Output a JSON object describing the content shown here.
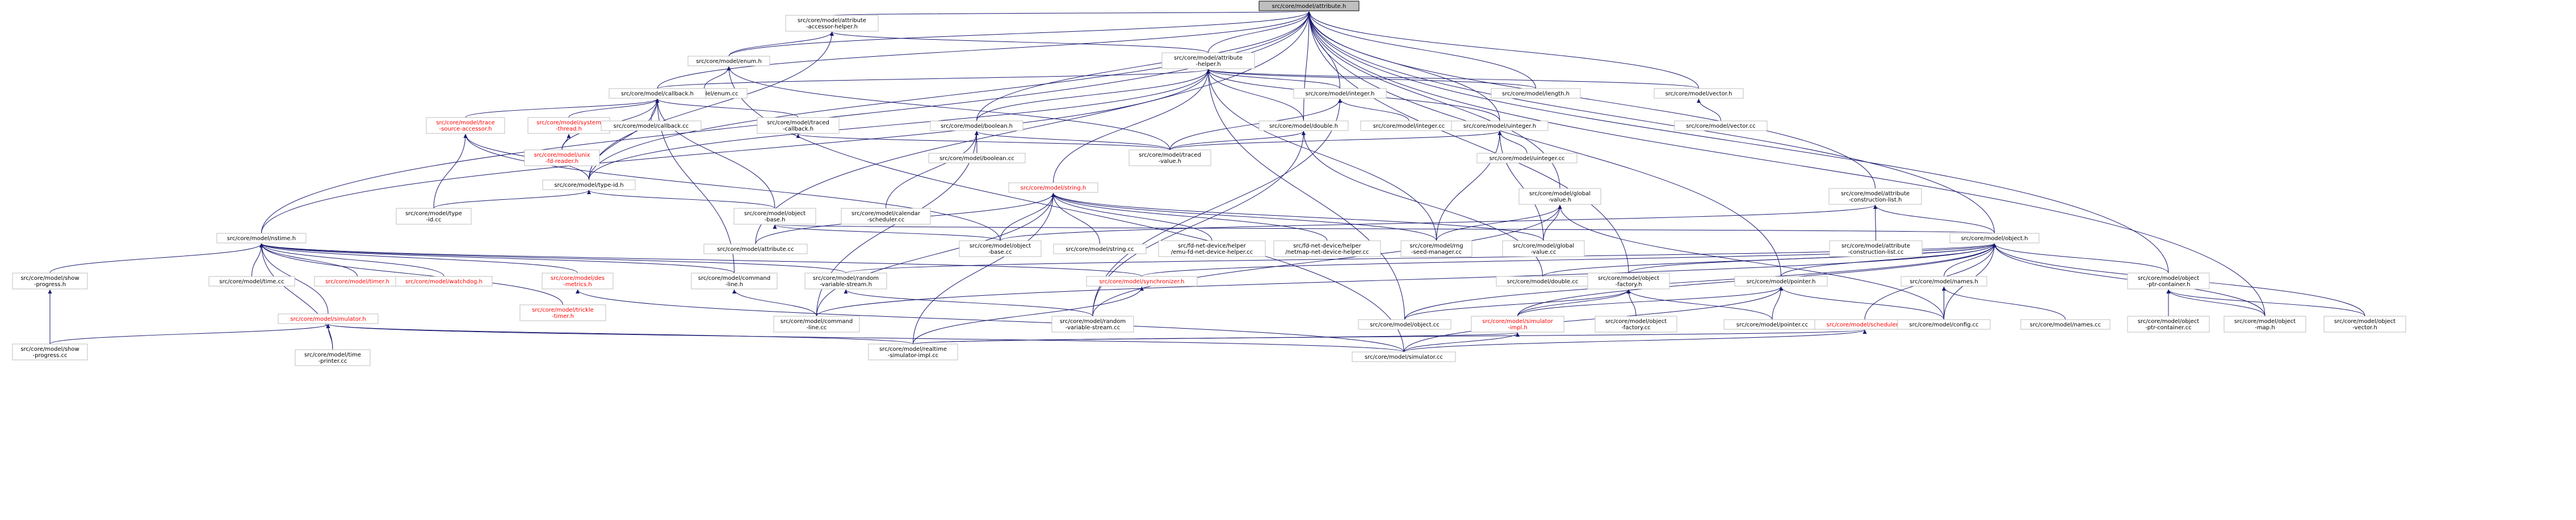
{
  "graph": {
    "root_id": "attribute_h",
    "node_color": "#ffffff",
    "root_fill": "#bfbfbf",
    "edge_color": "#191970",
    "red_label_color": "#ff0000",
    "nodes": [
      {
        "id": "attribute_h",
        "lines": [
          "src/core/model/attribute.h"
        ],
        "red": false
      },
      {
        "id": "attr_accessor_helper",
        "lines": [
          "src/core/model/attribute",
          "-accessor-helper.h"
        ],
        "red": false
      },
      {
        "id": "enum_h",
        "lines": [
          "src/core/model/enum.h"
        ],
        "red": false
      },
      {
        "id": "attr_helper",
        "lines": [
          "src/core/model/attribute",
          "-helper.h"
        ],
        "red": false
      },
      {
        "id": "enum_cc",
        "lines": [
          "src/core/model/enum.cc"
        ],
        "red": false
      },
      {
        "id": "callback_h",
        "lines": [
          "src/core/model/callback.h"
        ],
        "red": false
      },
      {
        "id": "integer_h",
        "lines": [
          "src/core/model/integer.h"
        ],
        "red": false
      },
      {
        "id": "length_h",
        "lines": [
          "src/core/model/length.h"
        ],
        "red": false
      },
      {
        "id": "vector_h",
        "lines": [
          "src/core/model/vector.h"
        ],
        "red": false
      },
      {
        "id": "trace_source_accessor",
        "lines": [
          "src/core/model/trace",
          "-source-accessor.h"
        ],
        "red": true
      },
      {
        "id": "system_thread",
        "lines": [
          "src/core/model/system",
          "-thread.h"
        ],
        "red": true
      },
      {
        "id": "callback_cc",
        "lines": [
          "src/core/model/callback.cc"
        ],
        "red": false
      },
      {
        "id": "traced_callback",
        "lines": [
          "src/core/model/traced",
          "-callback.h"
        ],
        "red": false
      },
      {
        "id": "boolean_h",
        "lines": [
          "src/core/model/boolean.h"
        ],
        "red": false
      },
      {
        "id": "integer_cc",
        "lines": [
          "src/core/model/integer.cc"
        ],
        "red": false
      },
      {
        "id": "double_h",
        "lines": [
          "src/core/model/double.h"
        ],
        "red": false
      },
      {
        "id": "uinteger_h",
        "lines": [
          "src/core/model/uinteger.h"
        ],
        "red": false
      },
      {
        "id": "vector_cc",
        "lines": [
          "src/core/model/vector.cc"
        ],
        "red": false
      },
      {
        "id": "unix_fd_reader",
        "lines": [
          "src/core/model/unix",
          "-fd-reader.h"
        ],
        "red": true
      },
      {
        "id": "boolean_cc",
        "lines": [
          "src/core/model/boolean.cc"
        ],
        "red": false
      },
      {
        "id": "traced_value",
        "lines": [
          "src/core/model/traced",
          "-value.h"
        ],
        "red": false
      },
      {
        "id": "uinteger_cc",
        "lines": [
          "src/core/model/uinteger.cc"
        ],
        "red": false
      },
      {
        "id": "type_id_h",
        "lines": [
          "src/core/model/type-id.h"
        ],
        "red": false
      },
      {
        "id": "type_id_cc",
        "lines": [
          "src/core/model/type",
          "-id.cc"
        ],
        "red": false
      },
      {
        "id": "object_base_h",
        "lines": [
          "src/core/model/object",
          "-base.h"
        ],
        "red": false
      },
      {
        "id": "calendar_scheduler",
        "lines": [
          "src/core/model/calendar",
          "-scheduler.cc"
        ],
        "red": false
      },
      {
        "id": "string_h",
        "lines": [
          "src/core/model/string.h"
        ],
        "red": true
      },
      {
        "id": "global_value_h",
        "lines": [
          "src/core/model/global",
          "-value.h"
        ],
        "red": false
      },
      {
        "id": "attr_construction_list_h",
        "lines": [
          "src/core/model/attribute",
          "-construction-list.h"
        ],
        "red": false
      },
      {
        "id": "nstime_h",
        "lines": [
          "src/core/model/nstime.h"
        ],
        "red": false
      },
      {
        "id": "attribute_cc",
        "lines": [
          "src/core/model/attribute.cc"
        ],
        "red": false
      },
      {
        "id": "object_base_cc",
        "lines": [
          "src/core/model/object",
          "-base.cc"
        ],
        "red": false
      },
      {
        "id": "string_cc",
        "lines": [
          "src/core/model/string.cc"
        ],
        "red": false
      },
      {
        "id": "fd_emu_helper",
        "lines": [
          "src/fd-net-device/helper",
          "/emu-fd-net-device-helper.cc"
        ],
        "red": false
      },
      {
        "id": "fd_netmap_helper",
        "lines": [
          "src/fd-net-device/helper",
          "/netmap-net-device-helper.cc"
        ],
        "red": false
      },
      {
        "id": "rng_seed_manager",
        "lines": [
          "src/core/model/rng",
          "-seed-manager.cc"
        ],
        "red": false
      },
      {
        "id": "global_value_cc",
        "lines": [
          "src/core/model/global",
          "-value.cc"
        ],
        "red": false
      },
      {
        "id": "attr_construction_list_cc",
        "lines": [
          "src/core/model/attribute",
          "-construction-list.cc"
        ],
        "red": false
      },
      {
        "id": "object_h",
        "lines": [
          "src/core/model/object.h"
        ],
        "red": false
      },
      {
        "id": "object_ptr_container_h",
        "lines": [
          "src/core/model/object",
          "-ptr-container.h"
        ],
        "red": false
      },
      {
        "id": "show_progress_h",
        "lines": [
          "src/core/model/show",
          "-progress.h"
        ],
        "red": false
      },
      {
        "id": "time_cc",
        "lines": [
          "src/core/model/time.cc"
        ],
        "red": false
      },
      {
        "id": "timer_h",
        "lines": [
          "src/core/model/timer.h"
        ],
        "red": true
      },
      {
        "id": "watchdog_h",
        "lines": [
          "src/core/model/watchdog.h"
        ],
        "red": true
      },
      {
        "id": "des_metrics_h",
        "lines": [
          "src/core/model/des",
          "-metrics.h"
        ],
        "red": true
      },
      {
        "id": "command_line_h",
        "lines": [
          "src/core/model/command",
          "-line.h"
        ],
        "red": false
      },
      {
        "id": "random_variable_stream_h",
        "lines": [
          "src/core/model/random",
          "-variable-stream.h"
        ],
        "red": false
      },
      {
        "id": "synchronizer_h",
        "lines": [
          "src/core/model/synchronizer.h"
        ],
        "red": true
      },
      {
        "id": "double_cc",
        "lines": [
          "src/core/model/double.cc"
        ],
        "red": false
      },
      {
        "id": "object_factory_h",
        "lines": [
          "src/core/model/object",
          "-factory.h"
        ],
        "red": false
      },
      {
        "id": "pointer_h",
        "lines": [
          "src/core/model/pointer.h"
        ],
        "red": false
      },
      {
        "id": "names_h",
        "lines": [
          "src/core/model/names.h"
        ],
        "red": false
      },
      {
        "id": "simulator_h",
        "lines": [
          "src/core/model/simulator.h"
        ],
        "red": true
      },
      {
        "id": "trickle_timer_h",
        "lines": [
          "src/core/model/trickle",
          "-timer.h"
        ],
        "red": true
      },
      {
        "id": "command_line_cc",
        "lines": [
          "src/core/model/command",
          "-line.cc"
        ],
        "red": false
      },
      {
        "id": "random_variable_stream_cc",
        "lines": [
          "src/core/model/random",
          "-variable-stream.cc"
        ],
        "red": false
      },
      {
        "id": "object_cc",
        "lines": [
          "src/core/model/object.cc"
        ],
        "red": false
      },
      {
        "id": "simulator_impl_h",
        "lines": [
          "src/core/model/simulator",
          "-impl.h"
        ],
        "red": true
      },
      {
        "id": "object_factory_cc",
        "lines": [
          "src/core/model/object",
          "-factory.cc"
        ],
        "red": false
      },
      {
        "id": "pointer_cc",
        "lines": [
          "src/core/model/pointer.cc"
        ],
        "red": false
      },
      {
        "id": "scheduler_h",
        "lines": [
          "src/core/model/scheduler.h"
        ],
        "red": true
      },
      {
        "id": "config_cc",
        "lines": [
          "src/core/model/config.cc"
        ],
        "red": false
      },
      {
        "id": "names_cc",
        "lines": [
          "src/core/model/names.cc"
        ],
        "red": false
      },
      {
        "id": "object_ptr_container_cc",
        "lines": [
          "src/core/model/object",
          "-ptr-container.cc"
        ],
        "red": false
      },
      {
        "id": "object_map_h",
        "lines": [
          "src/core/model/object",
          "-map.h"
        ],
        "red": false
      },
      {
        "id": "object_vector_h",
        "lines": [
          "src/core/model/object",
          "-vector.h"
        ],
        "red": false
      },
      {
        "id": "show_progress_cc",
        "lines": [
          "src/core/model/show",
          "-progress.cc"
        ],
        "red": false
      },
      {
        "id": "time_printer_cc",
        "lines": [
          "src/core/model/time",
          "-printer.cc"
        ],
        "red": false
      },
      {
        "id": "realtime_simulator_impl",
        "lines": [
          "src/core/model/realtime",
          "-simulator-impl.cc"
        ],
        "red": false
      },
      {
        "id": "simulator_cc",
        "lines": [
          "src/core/model/simulator.cc"
        ],
        "red": false
      }
    ],
    "edges": [
      [
        "attr_accessor_helper",
        "attribute_h"
      ],
      [
        "enum_h",
        "attribute_h"
      ],
      [
        "attr_helper",
        "attribute_h"
      ],
      [
        "callback_h",
        "attribute_h"
      ],
      [
        "integer_h",
        "attribute_h"
      ],
      [
        "length_h",
        "attribute_h"
      ],
      [
        "vector_h",
        "attribute_h"
      ],
      [
        "boolean_h",
        "attribute_h"
      ],
      [
        "double_h",
        "attribute_h"
      ],
      [
        "uinteger_h",
        "attribute_h"
      ],
      [
        "type_id_h",
        "attribute_h"
      ],
      [
        "global_value_h",
        "attribute_h"
      ],
      [
        "attr_construction_list_h",
        "attribute_h"
      ],
      [
        "nstime_h",
        "attribute_h"
      ],
      [
        "attribute_cc",
        "attribute_h"
      ],
      [
        "object_h",
        "attribute_h"
      ],
      [
        "object_ptr_container_h",
        "attribute_h"
      ],
      [
        "pointer_h",
        "attribute_h"
      ],
      [
        "object_factory_h",
        "attribute_h"
      ],
      [
        "object_map_h",
        "attribute_h"
      ],
      [
        "enum_h",
        "attr_accessor_helper"
      ],
      [
        "attr_helper",
        "attr_accessor_helper"
      ],
      [
        "type_id_h",
        "attr_accessor_helper"
      ],
      [
        "enum_cc",
        "enum_h"
      ],
      [
        "traced_value",
        "enum_h"
      ],
      [
        "simulator_cc",
        "enum_h"
      ],
      [
        "callback_h",
        "attr_helper"
      ],
      [
        "integer_h",
        "attr_helper"
      ],
      [
        "length_h",
        "attr_helper"
      ],
      [
        "vector_h",
        "attr_helper"
      ],
      [
        "boolean_h",
        "attr_helper"
      ],
      [
        "double_h",
        "attr_helper"
      ],
      [
        "uinteger_h",
        "attr_helper"
      ],
      [
        "string_h",
        "attr_helper"
      ],
      [
        "type_id_h",
        "attr_helper"
      ],
      [
        "nstime_h",
        "attr_helper"
      ],
      [
        "object_cc",
        "attr_helper"
      ],
      [
        "rng_seed_manager",
        "attr_helper"
      ],
      [
        "trace_source_accessor",
        "callback_h"
      ],
      [
        "system_thread",
        "callback_h"
      ],
      [
        "callback_cc",
        "callback_h"
      ],
      [
        "traced_callback",
        "callback_h"
      ],
      [
        "unix_fd_reader",
        "callback_h"
      ],
      [
        "type_id_h",
        "callback_h"
      ],
      [
        "object_base_h",
        "callback_h"
      ],
      [
        "command_line_h",
        "callback_h"
      ],
      [
        "traced_value",
        "integer_h"
      ],
      [
        "integer_cc",
        "integer_h"
      ],
      [
        "random_variable_stream_cc",
        "integer_h"
      ],
      [
        "vector_cc",
        "vector_h"
      ],
      [
        "boolean_cc",
        "boolean_h"
      ],
      [
        "traced_value",
        "boolean_h"
      ],
      [
        "calendar_scheduler",
        "boolean_h"
      ],
      [
        "command_line_cc",
        "boolean_h"
      ],
      [
        "traced_value",
        "double_h"
      ],
      [
        "double_cc",
        "double_h"
      ],
      [
        "random_variable_stream_cc",
        "double_h"
      ],
      [
        "traced_value",
        "uinteger_h"
      ],
      [
        "uinteger_cc",
        "uinteger_h"
      ],
      [
        "rng_seed_manager",
        "uinteger_h"
      ],
      [
        "global_value_cc",
        "uinteger_h"
      ],
      [
        "unix_fd_reader",
        "system_thread"
      ],
      [
        "type_id_h",
        "trace_source_accessor"
      ],
      [
        "type_id_cc",
        "trace_source_accessor"
      ],
      [
        "object_base_cc",
        "trace_source_accessor"
      ],
      [
        "traced_value",
        "traced_callback"
      ],
      [
        "type_id_cc",
        "type_id_h"
      ],
      [
        "object_base_h",
        "type_id_h"
      ],
      [
        "object_base_cc",
        "object_base_h"
      ],
      [
        "object_h",
        "object_base_h"
      ],
      [
        "attribute_cc",
        "string_h"
      ],
      [
        "object_base_cc",
        "string_h"
      ],
      [
        "string_cc",
        "string_h"
      ],
      [
        "fd_emu_helper",
        "string_h"
      ],
      [
        "fd_netmap_helper",
        "string_h"
      ],
      [
        "rng_seed_manager",
        "string_h"
      ],
      [
        "global_value_cc",
        "string_h"
      ],
      [
        "command_line_cc",
        "string_h"
      ],
      [
        "realtime_simulator_impl",
        "string_h"
      ],
      [
        "rng_seed_manager",
        "global_value_h"
      ],
      [
        "global_value_cc",
        "global_value_h"
      ],
      [
        "random_variable_stream_cc",
        "global_value_h"
      ],
      [
        "config_cc",
        "global_value_h"
      ],
      [
        "attr_construction_list_cc",
        "attr_construction_list_h"
      ],
      [
        "object_h",
        "attr_construction_list_h"
      ],
      [
        "object_base_cc",
        "attr_construction_list_h"
      ],
      [
        "show_progress_h",
        "nstime_h"
      ],
      [
        "time_cc",
        "nstime_h"
      ],
      [
        "timer_h",
        "nstime_h"
      ],
      [
        "watchdog_h",
        "nstime_h"
      ],
      [
        "des_metrics_h",
        "nstime_h"
      ],
      [
        "command_line_h",
        "nstime_h"
      ],
      [
        "random_variable_stream_h",
        "nstime_h"
      ],
      [
        "synchronizer_h",
        "nstime_h"
      ],
      [
        "simulator_h",
        "nstime_h"
      ],
      [
        "trickle_timer_h",
        "nstime_h"
      ],
      [
        "time_printer_cc",
        "nstime_h"
      ],
      [
        "show_progress_cc",
        "show_progress_h"
      ],
      [
        "command_line_cc",
        "command_line_h"
      ],
      [
        "random_variable_stream_cc",
        "random_variable_stream_h"
      ],
      [
        "realtime_simulator_impl",
        "synchronizer_h"
      ],
      [
        "simulator_cc",
        "des_metrics_h"
      ],
      [
        "show_progress_cc",
        "simulator_h"
      ],
      [
        "time_printer_cc",
        "simulator_h"
      ],
      [
        "realtime_simulator_impl",
        "simulator_h"
      ],
      [
        "simulator_cc",
        "simulator_h"
      ],
      [
        "random_variable_stream_h",
        "object_h"
      ],
      [
        "synchronizer_h",
        "object_h"
      ],
      [
        "double_cc",
        "object_h"
      ],
      [
        "object_factory_h",
        "object_h"
      ],
      [
        "pointer_h",
        "object_h"
      ],
      [
        "names_h",
        "object_h"
      ],
      [
        "object_ptr_container_h",
        "object_h"
      ],
      [
        "scheduler_h",
        "object_h"
      ],
      [
        "simulator_impl_h",
        "object_h"
      ],
      [
        "object_cc",
        "object_h"
      ],
      [
        "config_cc",
        "object_h"
      ],
      [
        "object_map_h",
        "object_h"
      ],
      [
        "object_vector_h",
        "object_h"
      ],
      [
        "command_line_cc",
        "object_h"
      ],
      [
        "simulator_impl_h",
        "object_factory_h"
      ],
      [
        "object_factory_cc",
        "object_factory_h"
      ],
      [
        "object_cc",
        "object_factory_h"
      ],
      [
        "pointer_cc",
        "object_factory_h"
      ],
      [
        "config_cc",
        "pointer_h"
      ],
      [
        "pointer_cc",
        "pointer_h"
      ],
      [
        "simulator_cc",
        "pointer_h"
      ],
      [
        "simulator_impl_h",
        "pointer_h"
      ],
      [
        "config_cc",
        "names_h"
      ],
      [
        "names_cc",
        "names_h"
      ],
      [
        "object_ptr_container_cc",
        "object_ptr_container_h"
      ],
      [
        "object_map_h",
        "object_ptr_container_h"
      ],
      [
        "object_vector_h",
        "object_ptr_container_h"
      ],
      [
        "realtime_simulator_impl",
        "scheduler_h"
      ],
      [
        "simulator_cc",
        "scheduler_h"
      ],
      [
        "simulator_cc",
        "simulator_impl_h"
      ],
      [
        "realtime_simulator_impl",
        "simulator_impl_h"
      ]
    ]
  }
}
